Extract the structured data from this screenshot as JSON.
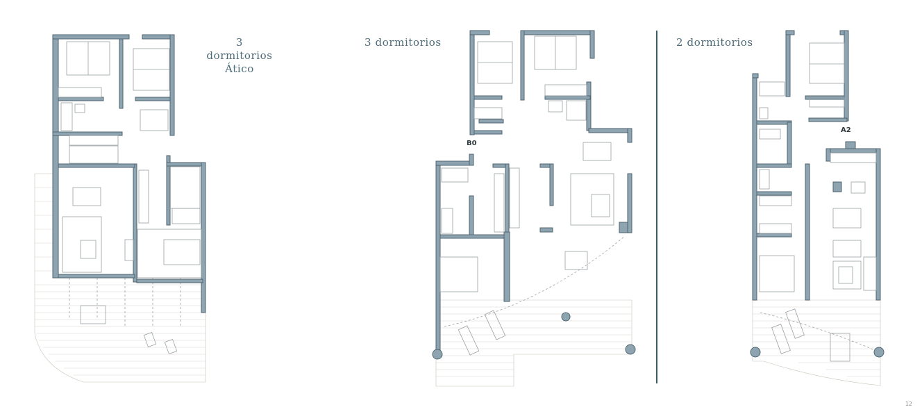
{
  "plans": [
    {
      "title_line1": "3 dormitorios",
      "title_line2": "Ático"
    },
    {
      "title_line1": "3 dormitorios",
      "unit_code": "B0"
    },
    {
      "title_line1": "2 dormitorios",
      "unit_code": "A2"
    }
  ],
  "page_number": "12",
  "colors": {
    "wall": "#8ea4b0",
    "divider": "#33606a",
    "label": "#4a6a78"
  }
}
